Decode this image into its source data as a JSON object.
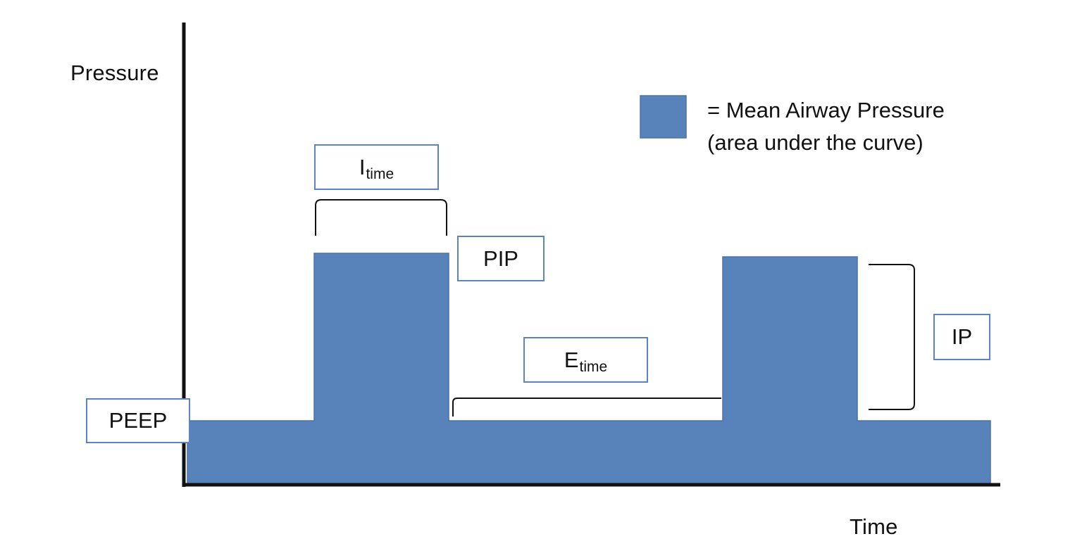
{
  "axes": {
    "y_label": "Pressure",
    "x_label": "Time"
  },
  "legend": {
    "swatch_color": "#5882ba",
    "line1": "= Mean Airway Pressure",
    "line2": "(area under the curve)"
  },
  "labels": {
    "itime_main": "I",
    "itime_sub": "time",
    "pip": "PIP",
    "etime_main": "E",
    "etime_sub": "time",
    "ip": "IP",
    "peep": "PEEP"
  },
  "colors": {
    "fill": "#5882ba",
    "box_border": "#5b84c4",
    "axis": "#111111"
  }
}
